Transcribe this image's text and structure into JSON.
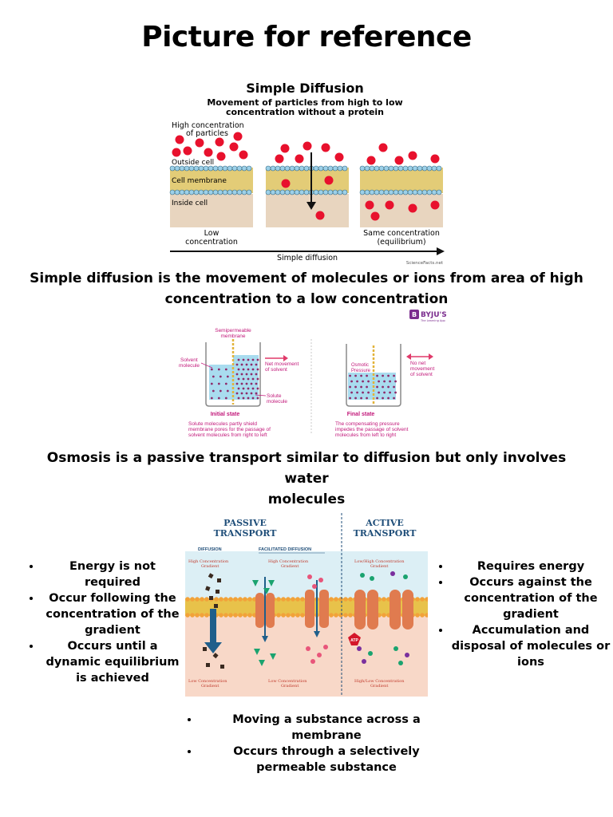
{
  "page": {
    "heading": "Picture for reference"
  },
  "figure1": {
    "title": "Simple Diffusion",
    "subtitle_line1": "Movement of particles from high to low",
    "subtitle_line2": "concentration without a protein",
    "label_high1": "High concentration",
    "label_high2": "of particles",
    "label_outside": "Outside cell",
    "label_membrane": "Cell membrane",
    "label_inside": "Inside cell",
    "label_low1": "Low",
    "label_low2": "concentration",
    "label_same1": "Same concentration",
    "label_same2": "(equilibrium)",
    "axis_label": "Simple diffusion",
    "watermark": "ScienceFacts.net",
    "colors": {
      "particle": "#e8112d",
      "membrane_head": "#9cd0e8",
      "membrane_tail": "#d8c56a",
      "inside": "#e8d5bf"
    }
  },
  "caption1": {
    "line1": "Simple diffusion is the movement of molecules or ions from area of high",
    "line2": "concentration to a low concentration"
  },
  "figure2": {
    "logo": "BYJU'S",
    "logo_sub": "The Learning App",
    "label_semi1": "Semipermeable",
    "label_semi2": "membrane",
    "label_solvent1": "Solvent",
    "label_solvent2": "molecule",
    "label_net1": "Net movement",
    "label_net2": "of solvent",
    "label_solute1": "Solute",
    "label_solute2": "molecule",
    "label_initial": "Initial state",
    "desc_initial1": "Solute molecules partly shield",
    "desc_initial2": "membrane pores for the passage of",
    "desc_initial3": "solvent molecules from right to left",
    "label_osmotic1": "Osmotic",
    "label_osmotic2": "Pressure",
    "label_nonet1": "No net",
    "label_nonet2": "movement",
    "label_nonet3": "of solvent",
    "label_final": "Final state",
    "desc_final1": "The compensating pressure",
    "desc_final2": "impedes the passage of solvent",
    "desc_final3": "molecules from left to right",
    "colors": {
      "label": "#c2187a",
      "water": "#a9dcef"
    }
  },
  "caption2": {
    "line1": "Osmosis is a passive transport similar to diffusion but only involves water",
    "line2": "molecules"
  },
  "figure3": {
    "passive1": "PASSIVE",
    "passive2": "TRANSPORT",
    "active1": "ACTIVE",
    "active2": "TRANSPORT",
    "diffusion": "DIFFUSION",
    "facilitated": "FACILITATED DIFFUSION",
    "high_grad1": "High Concentration",
    "high_grad2": "Gradient",
    "low_high1": "Low/High Concentration",
    "low_high2": "Gradient",
    "low_grad1": "Low Concentration",
    "low_grad2": "Gradient",
    "high_low1": "High/Low Concentration",
    "high_low2": "Gradient",
    "atp": "ATP",
    "colors": {
      "title": "#1f4e79",
      "label": "#c0392b",
      "protein": "#e07b4f",
      "arrow": "#1f5f8b"
    }
  },
  "left_list": [
    "Energy is not required",
    "Occur following the concentration of the gradient",
    "Occurs until a dynamic equilibrium is achieved"
  ],
  "right_list": [
    "Requires energy",
    "Occurs against the concentration of the gradient",
    "Accumulation and disposal of molecules or ions"
  ],
  "bottom_list": [
    "Moving a substance across a membrane",
    "Occurs through a selectively permeable substance"
  ]
}
